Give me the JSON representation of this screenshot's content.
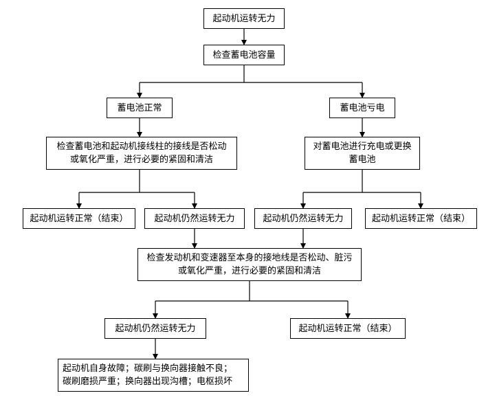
{
  "flowchart": {
    "start": "起动机运转无力",
    "check_battery": "检查蓄电池容量",
    "battery_ok": "蓄电池正常",
    "battery_low": "蓄电池亏电",
    "check_terminals": "检查蓄电池和起动机接线柱的接线是否松动\n或氧化严重，进行必要的紧固和清洁",
    "charge_replace": "对蓄电池进行充电或更换\n蓄电池",
    "left_normal": "起动机运转正常（结束）",
    "left_still_weak": "起动机仍然运转无力",
    "right_still_weak": "起动机仍然运转无力",
    "right_normal": "起动机运转正常（结束）",
    "check_ground": "检查发动机和变速器至本身的接地线是否松动、脏污\n或氧化严重，进行必要的紧固和清洁",
    "final_still_weak": "起动机仍然运转无力",
    "final_normal": "起动机运转正常（结束）",
    "starter_fault": "起动机自身故障；碳刷与换向器接触不良；\n碳刷磨损严重；换向器出现沟槽；电枢损坏"
  }
}
